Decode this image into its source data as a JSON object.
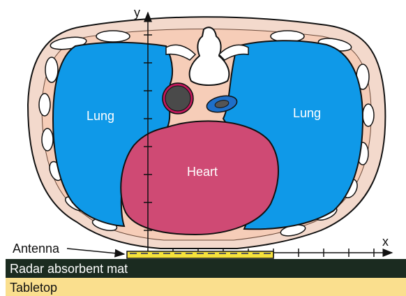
{
  "labels": {
    "lung_left": "Lung",
    "lung_right": "Lung",
    "heart": "Heart",
    "antenna": "Antenna",
    "x_axis": "x",
    "y_axis": "y",
    "mat": "Radar absorbent mat",
    "tabletop": "Tabletop"
  },
  "colors": {
    "lung": "#0f99e8",
    "heart": "#cf4a74",
    "tissue": "#f6cdb8",
    "bone": "#ffffff",
    "mat": "#1b2b20",
    "tabletop": "#fadf8e",
    "antenna": "#f6e23c",
    "outline": "#111111"
  },
  "icons": {
    "vertebra": "vertebra-icon",
    "aorta": "aorta-icon",
    "esophagus": "esophagus-icon"
  }
}
